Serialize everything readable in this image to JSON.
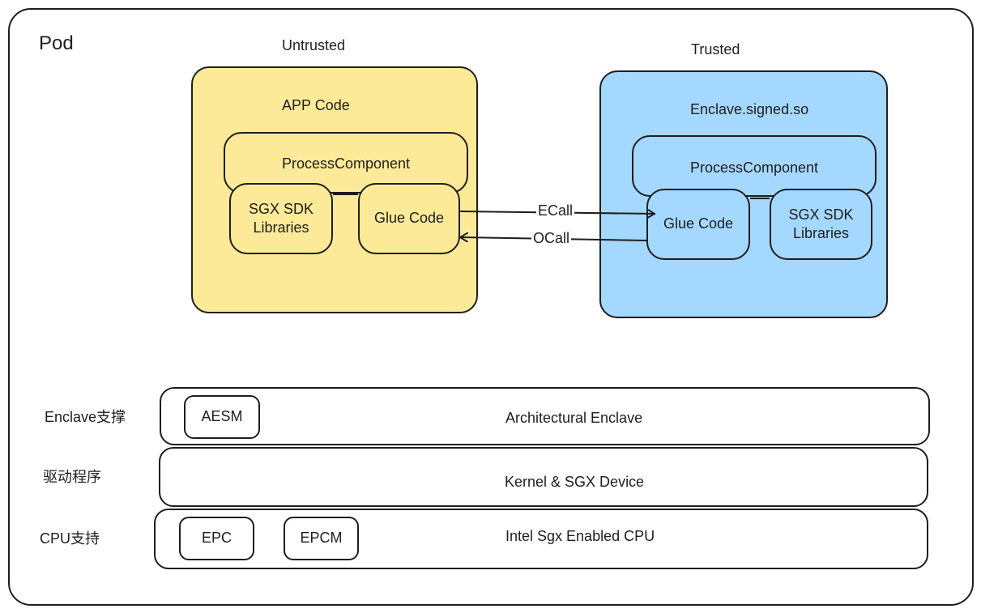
{
  "pod": {
    "title": "Pod"
  },
  "untrusted": {
    "heading": "Untrusted",
    "app_title": "APP Code",
    "process_component": "ProcessComponent",
    "sdk_libraries": "SGX SDK\nLibraries",
    "glue_code": "Glue Code",
    "fill_color": "#fdea98"
  },
  "trusted": {
    "heading": "Trusted",
    "enclave_title": "Enclave.signed.so",
    "process_component": "ProcessComponent",
    "glue_code": "Glue Code",
    "sdk_libraries": "SGX SDK\nLibraries",
    "fill_color": "#a5d8ff"
  },
  "calls": {
    "ecall": "ECall",
    "ocall": "OCall"
  },
  "layers": {
    "enclave_support": {
      "label": "Enclave支撑",
      "aesm": "AESM",
      "title": "Architectural Enclave"
    },
    "driver": {
      "label": "驱动程序",
      "title": "Kernel & SGX Device"
    },
    "cpu_support": {
      "label": "CPU支持",
      "epc": "EPC",
      "epcm": "EPCM",
      "title": "Intel Sgx Enabled CPU"
    }
  }
}
